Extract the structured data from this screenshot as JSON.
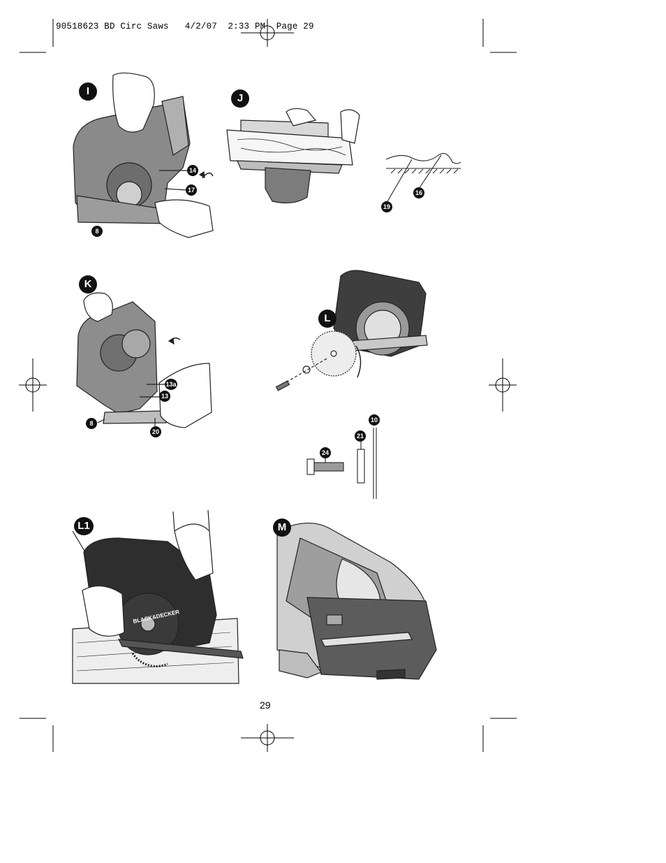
{
  "header": {
    "slug": "90518623 BD Circ Saws   4/2/07  2:33 PM  Page 29"
  },
  "figures": {
    "I": {
      "label": "I",
      "callouts": [
        "14",
        "17",
        "8"
      ]
    },
    "J": {
      "label": "J",
      "callouts": [
        "19",
        "16"
      ]
    },
    "K": {
      "label": "K",
      "callouts": [
        "13a",
        "13",
        "8",
        "20"
      ]
    },
    "L": {
      "label": "L",
      "callouts": [
        "10",
        "21",
        "24"
      ]
    },
    "L1": {
      "label": "L1",
      "brand_text": "BLACK&DECKER"
    },
    "M": {
      "label": "M"
    }
  },
  "footer": {
    "page_number": "29"
  }
}
